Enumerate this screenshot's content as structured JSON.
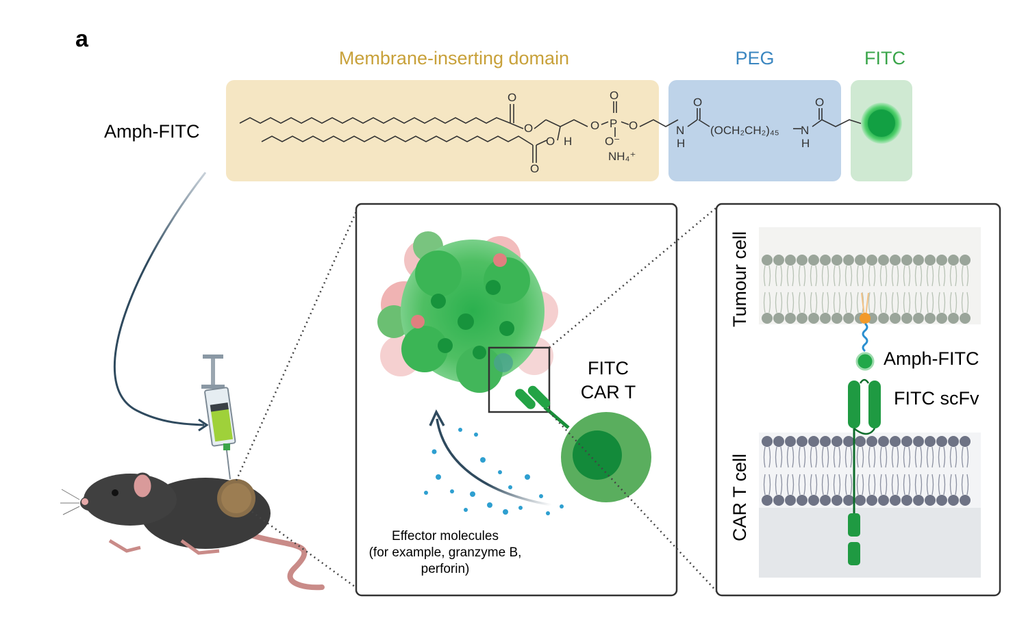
{
  "panel_label": "a",
  "molecule": {
    "name": "Amph-FITC",
    "domain_membrane": "Membrane-inserting domain",
    "domain_peg": "PEG",
    "domain_fitc": "FITC",
    "peg_formula": "(OCH₂CH₂)₄₅",
    "ammonium": "NH₄⁺",
    "atom_O": "O",
    "atom_P": "P",
    "atom_N": "N",
    "atom_H": "H",
    "atom_O_minus": "O⁻"
  },
  "middle_panel": {
    "car_t_label_1": "FITC",
    "car_t_label_2": "CAR T",
    "effector_line1": "Effector molecules",
    "effector_line2": "(for example, granzyme B,",
    "effector_line3": "perforin)"
  },
  "right_panel": {
    "tumour_cell": "Tumour cell",
    "car_t_cell": "CAR T cell",
    "amph_fitc": "Amph-FITC",
    "fitc_scfv": "FITC scFv"
  },
  "colors": {
    "membrane_domain": "#c8a13a",
    "peg": "#3a86c0",
    "fitc": "#3aa54a",
    "fitc_dark": "#0d8a3a",
    "tumour_red": "#e48a8a",
    "arrow": "#2f4a5e"
  }
}
